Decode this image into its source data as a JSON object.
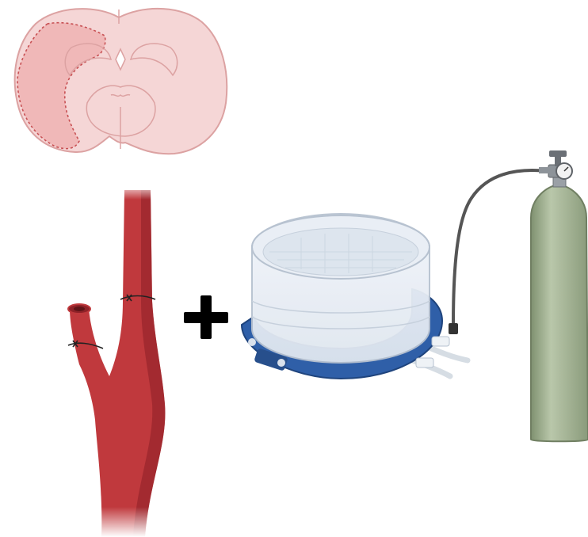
{
  "figure": {
    "panels": [
      {
        "id": "brain",
        "icon": "brain-coronal-section-icon"
      },
      {
        "id": "artery",
        "icon": "carotid-artery-ligation-icon"
      },
      {
        "id": "operator",
        "icon": "plus-icon",
        "glyph": "+"
      },
      {
        "id": "chamber",
        "icon": "hypoxia-chamber-icon"
      },
      {
        "id": "cylinder",
        "icon": "gas-cylinder-icon"
      }
    ],
    "colors": {
      "brain_fill": "#f4d2d2",
      "brain_stroke": "#e0a0a0",
      "infarct": "#f1b4b4",
      "artery": "#c0393d",
      "artery_dark": "#8f2228",
      "chamber_base": "#2f5fa8",
      "cylinder": "#9fb08f"
    }
  }
}
